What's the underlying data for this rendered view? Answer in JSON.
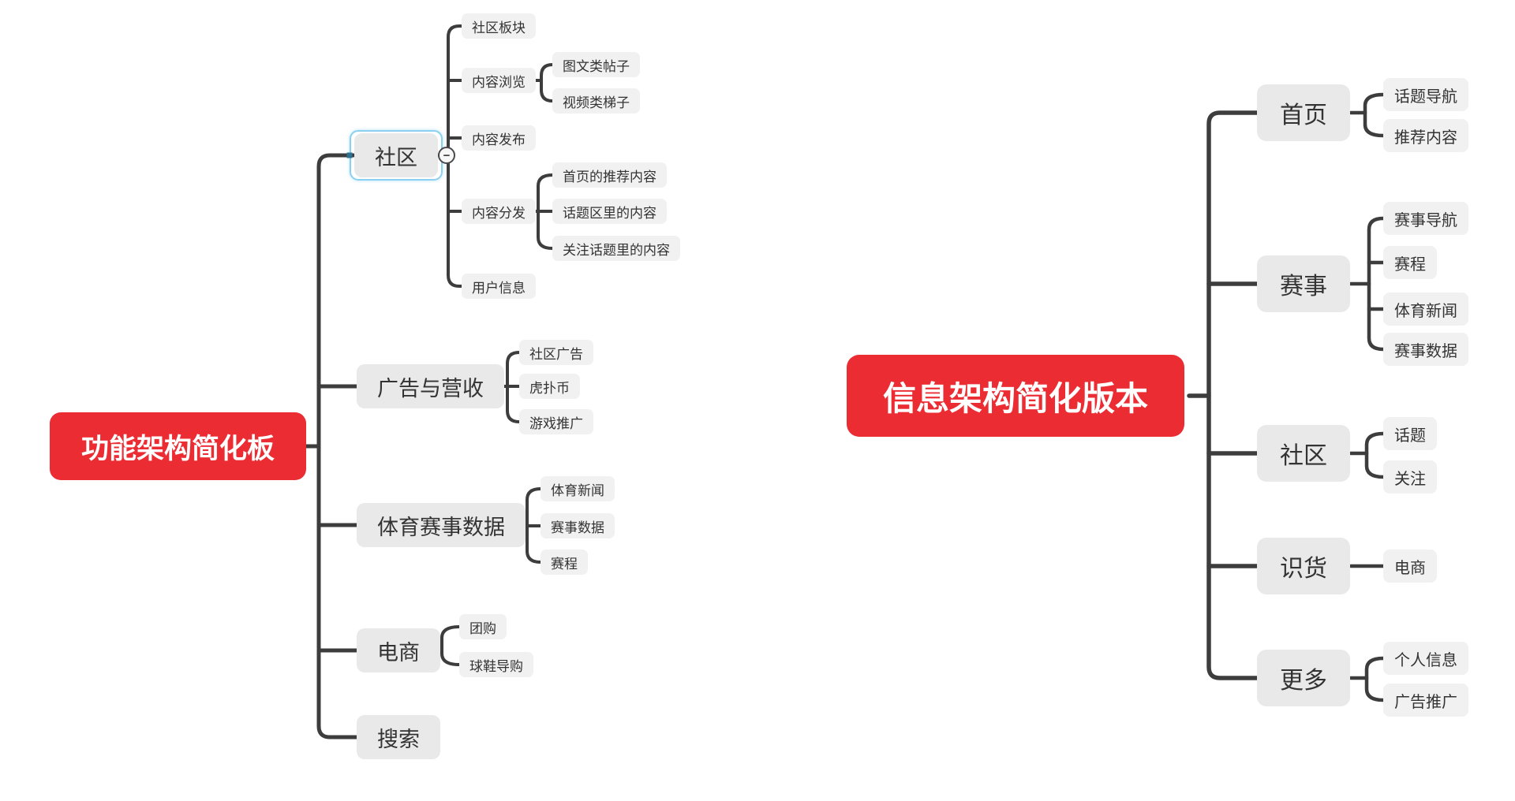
{
  "app": {
    "kind": "mind-map-canvas"
  },
  "colors": {
    "canvas_bg": "#FFFFFF",
    "root_bg": "#EC2C33",
    "root_text": "#FFFFFF",
    "branch_bg": "#E9E9EA",
    "leaf_bg": "#F1F1F2",
    "node_text": "#333333",
    "line": "#3D3D3D",
    "selection_border": "#8BD0F0",
    "handle": "#2F6F8F"
  },
  "icons": {
    "collapse": {
      "name": "minus-icon",
      "glyph": "−"
    }
  },
  "left_map": {
    "root": "功能架构简化板",
    "branches": [
      {
        "label": "社区",
        "selected": true,
        "children": [
          {
            "label": "社区板块"
          },
          {
            "label": "内容浏览",
            "children": [
              {
                "label": "图文类帖子"
              },
              {
                "label": "视频类梯子"
              }
            ]
          },
          {
            "label": "内容发布"
          },
          {
            "label": "内容分发",
            "children": [
              {
                "label": "首页的推荐内容"
              },
              {
                "label": "话题区里的内容"
              },
              {
                "label": "关注话题里的内容"
              }
            ]
          },
          {
            "label": "用户信息"
          }
        ]
      },
      {
        "label": "广告与营收",
        "children": [
          {
            "label": "社区广告"
          },
          {
            "label": "虎扑币"
          },
          {
            "label": "游戏推广"
          }
        ]
      },
      {
        "label": "体育赛事数据",
        "children": [
          {
            "label": "体育新闻"
          },
          {
            "label": "赛事数据"
          },
          {
            "label": "赛程"
          }
        ]
      },
      {
        "label": "电商",
        "children": [
          {
            "label": "团购"
          },
          {
            "label": "球鞋导购"
          }
        ]
      },
      {
        "label": "搜索"
      }
    ]
  },
  "right_map": {
    "root": "信息架构简化版本",
    "branches": [
      {
        "label": "首页",
        "children": [
          {
            "label": "话题导航"
          },
          {
            "label": "推荐内容"
          }
        ]
      },
      {
        "label": "赛事",
        "children": [
          {
            "label": "赛事导航"
          },
          {
            "label": "赛程"
          },
          {
            "label": "体育新闻"
          },
          {
            "label": "赛事数据"
          }
        ]
      },
      {
        "label": "社区",
        "children": [
          {
            "label": "话题"
          },
          {
            "label": "关注"
          }
        ]
      },
      {
        "label": "识货",
        "children": [
          {
            "label": "电商"
          }
        ]
      },
      {
        "label": "更多",
        "children": [
          {
            "label": "个人信息"
          },
          {
            "label": "广告推广"
          }
        ]
      }
    ]
  }
}
